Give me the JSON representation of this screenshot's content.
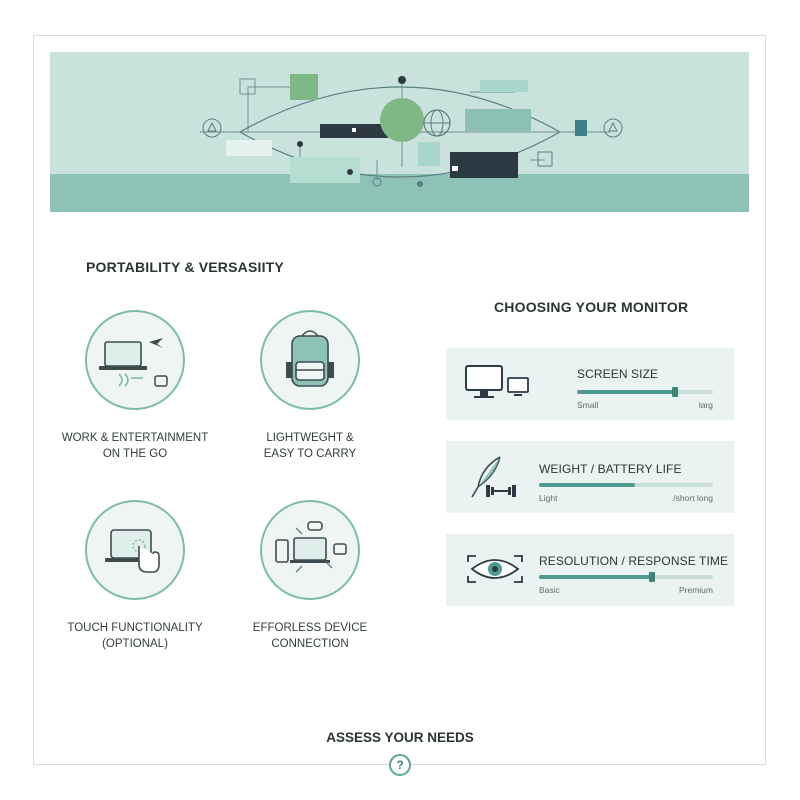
{
  "left": {
    "title": "PORTABILITY & VERSASIITY",
    "features": [
      {
        "label": "WORK & ENTERTAINMENT\nON THE GO",
        "icon": "laptop-travel-icon"
      },
      {
        "label": "LIGHTWEGHT &\nEASY TO CARRY",
        "icon": "backpack-icon"
      },
      {
        "label": "TOUCH FUNCTIONALITY\n(OPTIONAL)",
        "icon": "touch-screen-icon"
      },
      {
        "label": "EFFORLESS DEVICE\nCONNECTION",
        "icon": "device-connection-icon"
      }
    ]
  },
  "right": {
    "title": "CHOOSING YOUR MONITOR",
    "criteria": [
      {
        "title": "SCREEN SIZE",
        "min": "Small",
        "max": "larg",
        "level": 0.72,
        "icon": "monitors-icon"
      },
      {
        "title": "WEIGHT / BATTERY LIFE",
        "min": "Light",
        "max": "/short long",
        "level": 0.55,
        "icon": "feather-dumbbell-icon"
      },
      {
        "title": "RESOLUTION / RESPONSE TIME",
        "min": "Basic",
        "max": "Premium",
        "level": 0.65,
        "icon": "eye-focus-icon"
      }
    ]
  },
  "footer": {
    "title": "ASSESS YOUR NEEDS",
    "help_symbol": "?"
  },
  "colors": {
    "accent": "#4f9b8f",
    "banner": "#c9e3dc",
    "card": "#eaf3f1",
    "dark": "#2d3a44"
  }
}
